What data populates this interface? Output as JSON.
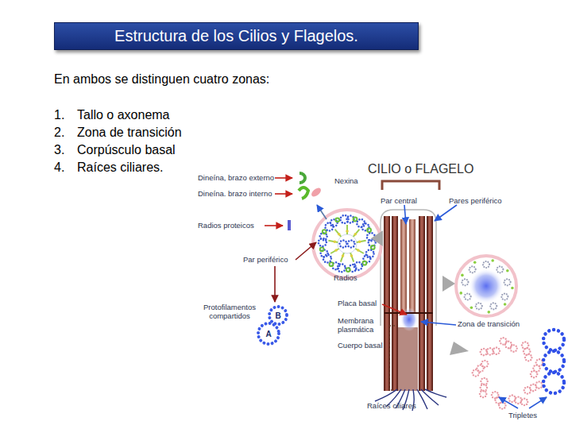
{
  "diagram": {
    "title": "Estructura de los Cilios y Flagelos.",
    "nodes": [
      {
        "text": [
          "B"
        ]
      },
      {
        "text": [
          "A"
        ]
      }
    ],
    "labels": [
      "En ambos se distinguen cuatro zonas:",
      "1.",
      "Tallo o axonema",
      "2.",
      "Zona de transición",
      "3.",
      "Corpúsculo basal",
      "4.",
      "Raíces ciliares.",
      "Dineína, brazo externo",
      "Dineína. brazo interno",
      "Nexina",
      "Radios proteicos",
      "Par periférico",
      "Radios",
      "Protofilamentos compartidos",
      "CILIO o FLAGELO",
      "Par central",
      "Pares periférico",
      "Placa basal",
      "Membrana plasmática",
      "Cuerpo basal",
      "Zona de transición",
      "Raíces ciliares",
      "Tripletes"
    ]
  }
}
